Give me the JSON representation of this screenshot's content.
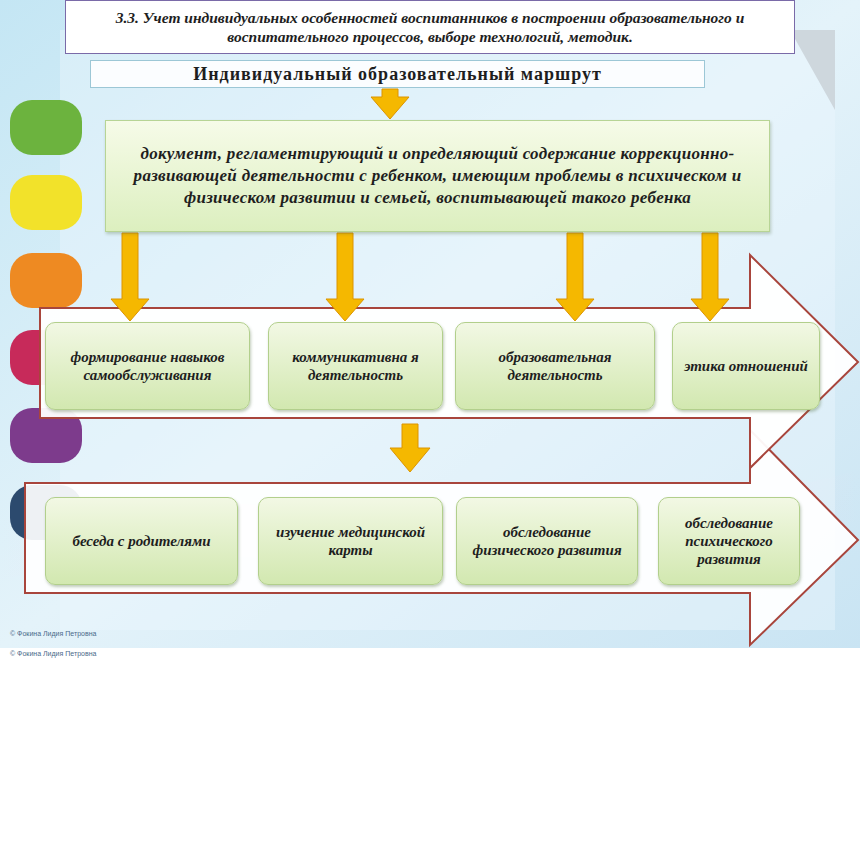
{
  "diagram": {
    "title": "3.3. Учет индивидуальных особенностей воспитанников в построении образовательного и воспитательного процессов, выборе технологий, методик.",
    "nodes": [
      {
        "text": [
          "Индивидуальный образовательный маршрут"
        ]
      },
      {
        "text": [
          "документ, регламентирующий и определяющий содержание коррекционно-развивающей деятельности с ребенком, имеющим проблемы в психическом и физическом развитии и семьей, воспитывающей такого ребенка"
        ]
      },
      {
        "text": [
          "формирование навыков самообслуживания"
        ]
      },
      {
        "text": [
          "коммуникативна я деятельность"
        ]
      },
      {
        "text": [
          "образовательная деятельность"
        ]
      },
      {
        "text": [
          "этика отношений"
        ]
      },
      {
        "text": [
          "беседа с родителями"
        ]
      },
      {
        "text": [
          "изучение медицинской карты"
        ]
      },
      {
        "text": [
          "обследование физического развития"
        ]
      },
      {
        "text": [
          "обследование психического развития"
        ]
      }
    ],
    "edges": [
      {
        "from": 0,
        "to": 1,
        "arrow": "to"
      },
      {
        "from": 1,
        "to": 2,
        "arrow": "to"
      },
      {
        "from": 1,
        "to": 3,
        "arrow": "to"
      },
      {
        "from": 1,
        "to": 4,
        "arrow": "to"
      },
      {
        "from": 1,
        "to": 5,
        "arrow": "to"
      }
    ],
    "labels": [
      "© Фокина Лидия Петровна",
      "© Фокина Лидия Петровна"
    ]
  }
}
